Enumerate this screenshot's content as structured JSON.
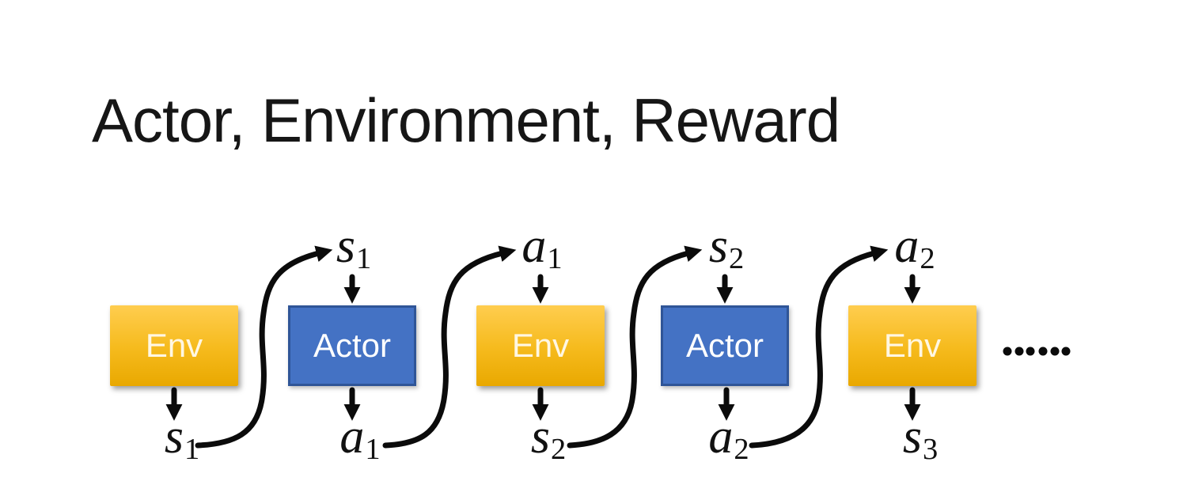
{
  "slide": {
    "title": "Actor, Environment, Reward",
    "ellipsis": "……"
  },
  "nodes": [
    {
      "type": "env",
      "label": "Env"
    },
    {
      "type": "actor",
      "label": "Actor"
    },
    {
      "type": "env",
      "label": "Env"
    },
    {
      "type": "actor",
      "label": "Actor"
    },
    {
      "type": "env",
      "label": "Env"
    }
  ],
  "top_labels": [
    {
      "base": "s",
      "sub": "1"
    },
    {
      "base": "a",
      "sub": "1"
    },
    {
      "base": "s",
      "sub": "2"
    },
    {
      "base": "a",
      "sub": "2"
    }
  ],
  "bottom_labels": [
    {
      "base": "s",
      "sub": "1"
    },
    {
      "base": "a",
      "sub": "1"
    },
    {
      "base": "s",
      "sub": "2"
    },
    {
      "base": "a",
      "sub": "2"
    },
    {
      "base": "s",
      "sub": "3"
    }
  ],
  "colors": {
    "title_text": "#161616",
    "env_top": "#FFCD4F",
    "env_mid": "#F6BB1E",
    "env_bottom": "#E9A800",
    "env_text": "#FFF7E3",
    "actor_fill": "#4472C4",
    "actor_border": "#2F5597",
    "actor_text": "#FFFFFF",
    "arrow": "#0B0B0B"
  }
}
